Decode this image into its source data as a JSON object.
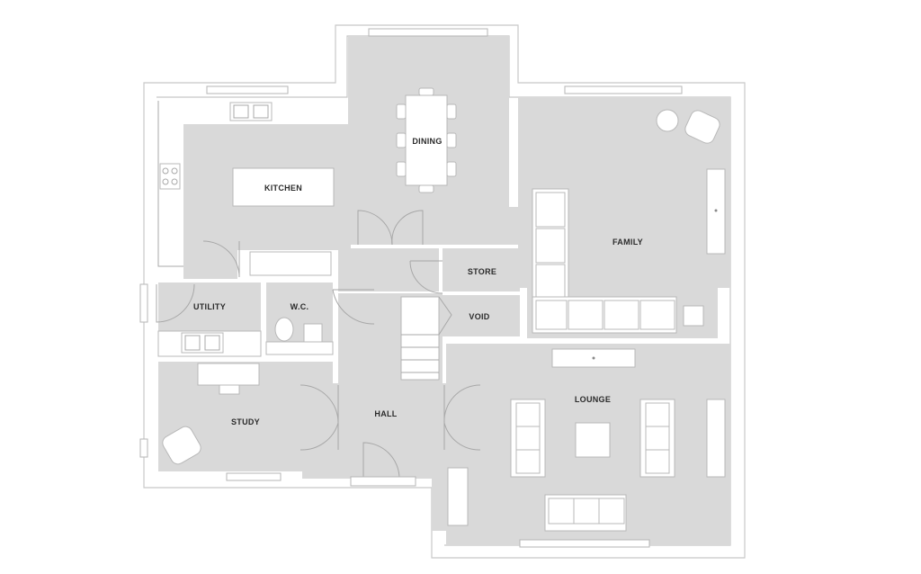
{
  "rooms": {
    "dining": "DINING",
    "kitchen": "KITCHEN",
    "family": "FAMILY",
    "store": "STORE",
    "utility": "UTILITY",
    "wc": "W.C.",
    "void": "VOID",
    "study": "STUDY",
    "hall": "HALL",
    "lounge": "LOUNGE"
  },
  "colors": {
    "floor": "#d9d9d9",
    "wall": "#c8c8c8",
    "label": "#2b2b2b",
    "background": "#ffffff"
  }
}
